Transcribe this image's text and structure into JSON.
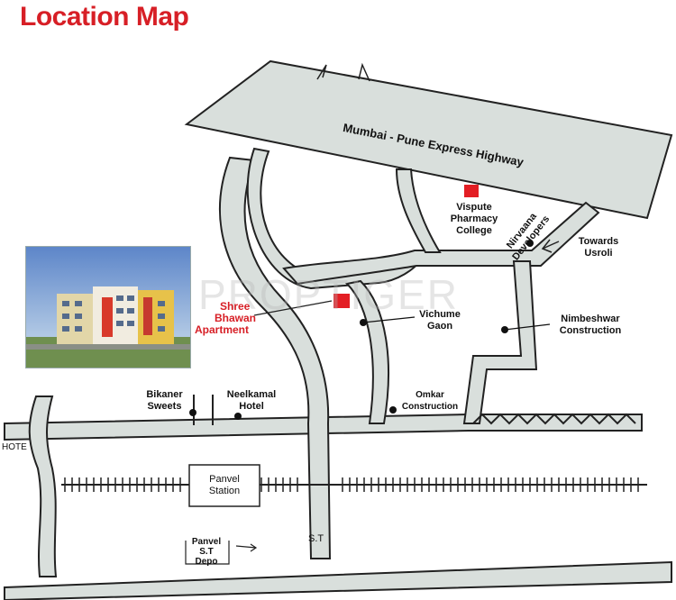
{
  "title": "Location Map",
  "watermark": "PROPTIGER",
  "highway_label": "Mumbai - Pune Express Highway",
  "places": {
    "vispute": [
      "Vispute",
      "Pharmacy",
      "College"
    ],
    "nirvaana": [
      "Nirvaana",
      "Developers"
    ],
    "towards_usroli": [
      "Towards",
      "Usroli"
    ],
    "shree_bhawan": [
      "Shree",
      "Bhawan",
      "Apartment"
    ],
    "vichume": [
      "Vichume",
      "Gaon"
    ],
    "nimbeshwar": [
      "Nimbeshwar",
      "Construction"
    ],
    "omkar": [
      "Omkar",
      "Construction"
    ],
    "bikaner": [
      "Bikaner",
      "Sweets"
    ],
    "neelkamal": [
      "Neelkamal",
      "Hotel"
    ],
    "panvel_station": [
      "Panvel",
      "Station"
    ],
    "panvel_st_depo": [
      "Panvel",
      "S.T",
      "Depo"
    ],
    "road_sign_left": "HOTE",
    "road_sign_st": "S.T"
  },
  "colors": {
    "road_fill": "#d9dfdc",
    "road_outline": "#222222",
    "title": "#d71f26",
    "marker": "#e31e24"
  }
}
